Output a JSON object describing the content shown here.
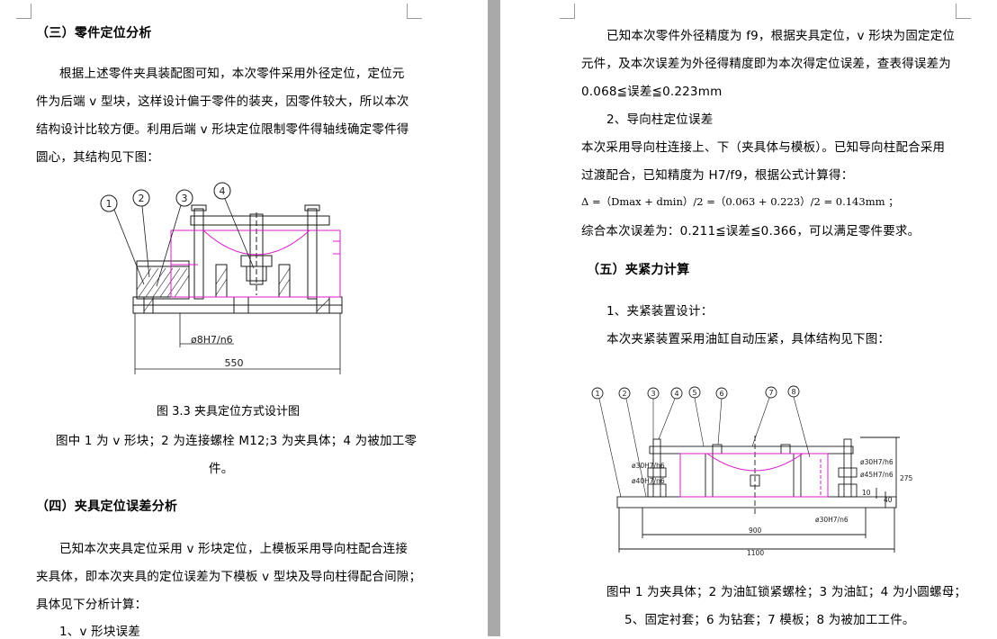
{
  "left_page": {
    "heading3": "（三）零件定位分析",
    "para1": [
      "根据上述零件夹具装配图可知，本次零件采用外径定位，定位元",
      "件为后端 v 型块，这样设计偏于零件的装夹，因零件较大，所以本次",
      "结构设计比较方便。利用后端 v 形块定位限制零件得轴线确定零件得",
      "圆心，其结构见下图："
    ],
    "figure1": {
      "callouts": [
        "1",
        "2",
        "3",
        "4"
      ],
      "fit_label": "ø8H7/n6",
      "width_label": "550"
    },
    "figure1_caption": "图 3.3 夹具定位方式设计图",
    "figure1_note": [
      "图中 1 为 v 形块；2 为连接螺栓 M12;3 为夹具体；4 为被加工零",
      "件。"
    ],
    "heading4": "（四）夹具定位误差分析",
    "para2": [
      "已知本次夹具定位采用 v 形块定位，上模板采用导向柱配合连接",
      "夹具体，即本次夹具的定位误差为下模板 v 型块及导向柱得配合间隙；",
      "具体见下分析计算："
    ],
    "item1": "1、v 形块误差"
  },
  "right_page": {
    "para1": [
      "已知本次零件外径精度为 f9，根据夹具定位，v 形块为固定定位",
      "元件，及本次误差为外径得精度即为本次得定位误差，查表得误差为",
      "0.068≦误差≦0.223mm"
    ],
    "item2": "2、导向柱定位误差",
    "para2": [
      "本次采用导向柱连接上、下（夹具体与模板）。已知导向柱配合采用",
      "过渡配合，已知精度为 H7/f9，根据公式计算得："
    ],
    "formula": "Δ =（Dmax + dmin）/2 =（0.063 + 0.223）/2 = 0.143mm ；",
    "summary": "综合本次误差为：0.211≦误差≦0.366，可以满足零件要求。",
    "heading5": "（五）夹紧力计算",
    "item_clamp": "1、夹紧装置设计：",
    "para3": "本次夹紧装置采用油缸自动压紧，具体结构见下图：",
    "figure2": {
      "callouts": [
        "1",
        "2",
        "3",
        "4",
        "5",
        "6",
        "7",
        "8"
      ],
      "fits": [
        "ø30H7/h6",
        "ø40H7/n6",
        "ø30H7/h6",
        "ø45H7/n6",
        "ø30H7/n6"
      ],
      "dims": [
        "900",
        "1100",
        "275",
        "10",
        "40"
      ]
    },
    "figure2_note": [
      "图中 1 为夹具体；2 为油缸锁紧螺栓；3 为油缸；4 为小圆螺母；",
      "5、固定衬套；6 为钻套；7 模板；8 为被加工工件。"
    ]
  },
  "colors": {
    "gutter": "#a9a9a9",
    "workpiece_magenta": "#d81ec8",
    "drawing_line": "#1a1a1a"
  }
}
